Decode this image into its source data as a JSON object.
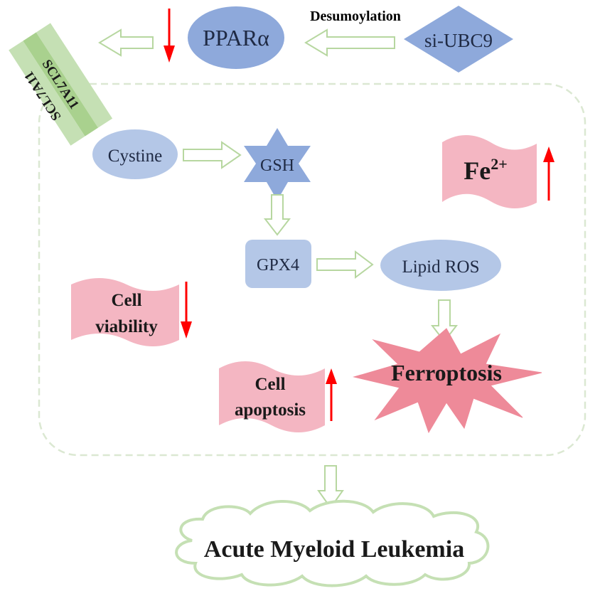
{
  "nodes": {
    "ppara": "PPARα",
    "desumoylation": "Desumoylation",
    "si_ubc9": "si-UBC9",
    "scl7a11_a": "SCL7A11",
    "scl7a11_b": "SCL7A11",
    "cystine": "Cystine",
    "gsh": "GSH",
    "fe_base": "Fe",
    "fe_sup": "2+",
    "gpx4": "GPX4",
    "lipid_ros": "Lipid ROS",
    "cell_viability_1": "Cell",
    "cell_viability_2": "viability",
    "cell_apoptosis_1": "Cell",
    "cell_apoptosis_2": "apoptosis",
    "ferroptosis": "Ferroptosis",
    "aml": "Acute Myeloid Leukemia"
  },
  "colors": {
    "blue_node": "#8ea9db",
    "blue_node_light": "#b4c7e7",
    "pink": "#f4b6c2",
    "ferroptosis": "#ee8a99",
    "green_arrow": "#c5e0b4",
    "green_dark": "#a9d18e",
    "red_arrow": "#ff0000",
    "dashed_border": "#d9ead3"
  }
}
